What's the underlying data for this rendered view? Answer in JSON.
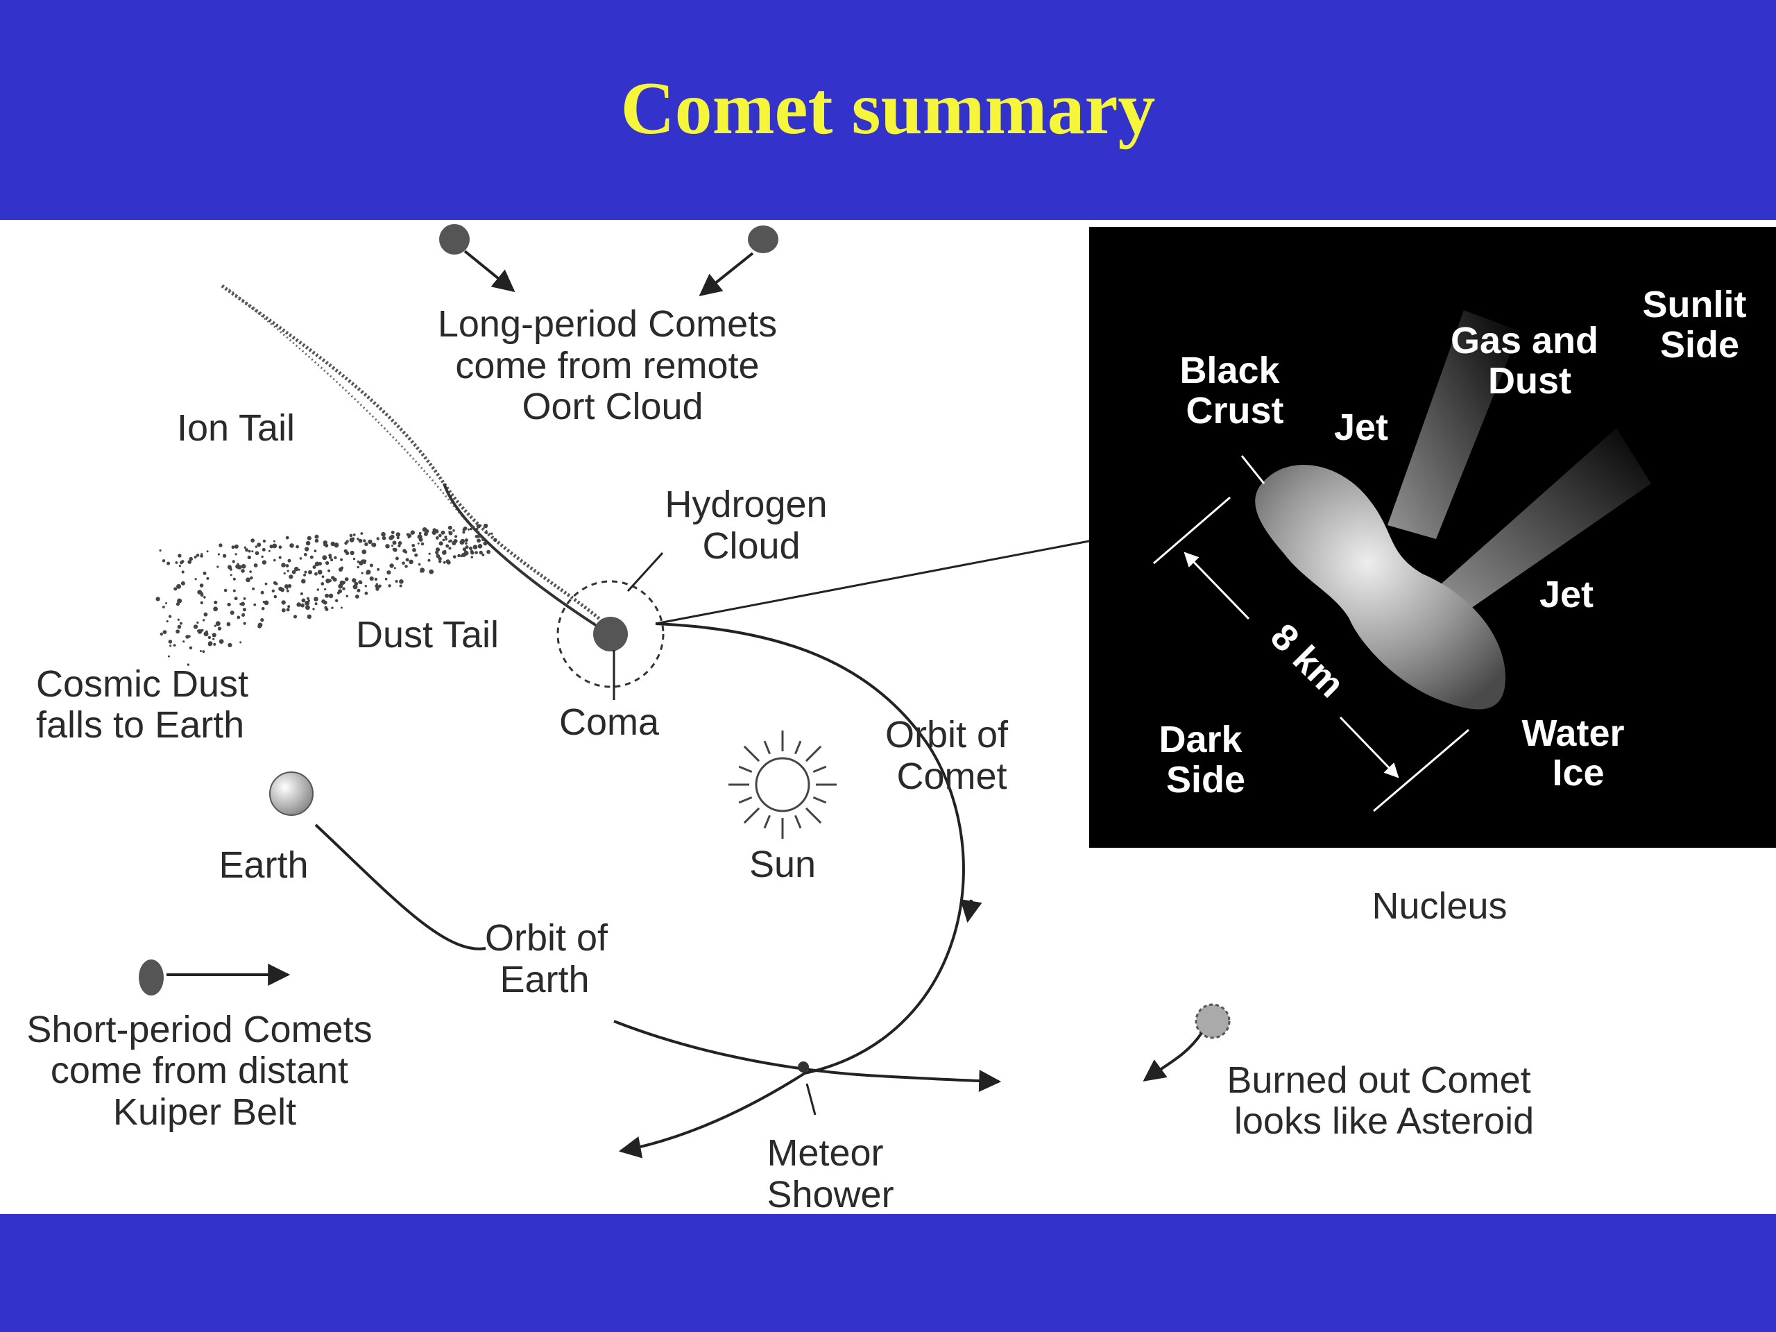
{
  "slide": {
    "title": "Comet summary"
  },
  "diagram": {
    "long_period": [
      "Long-period Comets",
      "come from remote",
      "Oort Cloud"
    ],
    "ion_tail": "Ion Tail",
    "hydrogen_cloud": [
      "Hydrogen",
      "Cloud"
    ],
    "dust_tail": "Dust Tail",
    "cosmic_dust": [
      "Cosmic Dust",
      "falls to Earth"
    ],
    "coma": "Coma",
    "sun": "Sun",
    "orbit_comet": [
      "Orbit of",
      "Comet"
    ],
    "earth": "Earth",
    "orbit_earth": [
      "Orbit of",
      "Earth"
    ],
    "short_period": [
      "Short-period Comets",
      "come from distant",
      "Kuiper Belt"
    ],
    "meteor_shower": [
      "Meteor",
      "Shower"
    ],
    "burned_out": [
      "Burned out Comet",
      "looks like Asteroid"
    ],
    "nucleus_caption": "Nucleus"
  },
  "nucleus_inset": {
    "black_crust": [
      "Black",
      "Crust"
    ],
    "jet_top": "Jet",
    "gas_dust": [
      "Gas and",
      "Dust"
    ],
    "sunlit": [
      "Sunlit",
      "Side"
    ],
    "jet_right": "Jet",
    "scale": "8 km",
    "dark_side": [
      "Dark",
      "Side"
    ],
    "water_ice": [
      "Water",
      "Ice"
    ]
  }
}
